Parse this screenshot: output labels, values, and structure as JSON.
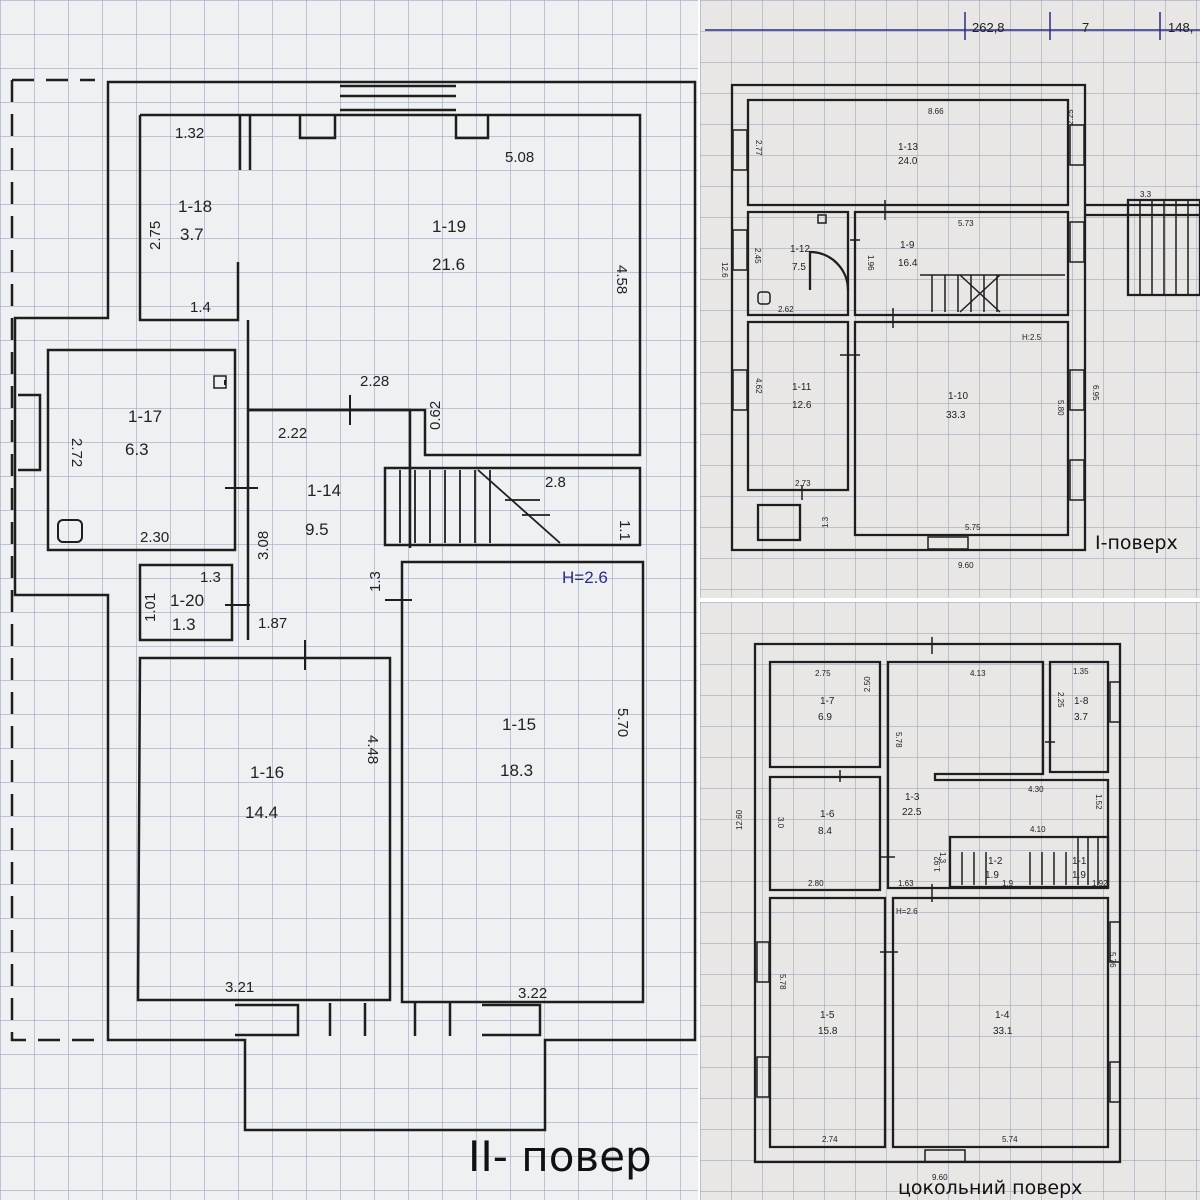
{
  "plans": {
    "second": {
      "caption": "II- повер",
      "height_label": "H=2.6",
      "rooms": [
        {
          "id": "1-18",
          "area": "3.7"
        },
        {
          "id": "1-19",
          "area": "21.6"
        },
        {
          "id": "1-17",
          "area": "6.3"
        },
        {
          "id": "1-14",
          "area": "9.5"
        },
        {
          "id": "1-20",
          "area": "1.3"
        },
        {
          "id": "1-16",
          "area": "14.4"
        },
        {
          "id": "1-15",
          "area": "18.3"
        }
      ],
      "dims": [
        "1.32",
        "2.75",
        "1.4",
        "5.08",
        "4.58",
        "2.72",
        "2.30",
        "2.28",
        "2.22",
        "0.62",
        "3.08",
        "2.8",
        "1.1",
        "1.3",
        "1.01",
        "1.87",
        "1.3",
        "4.48",
        "5.70",
        "3.21",
        "3.22"
      ]
    },
    "first": {
      "caption": "I-поверх",
      "header_values": [
        "262,8",
        "7",
        "148,"
      ],
      "height_label": "H:2.5",
      "rooms": [
        {
          "id": "1-13",
          "area": "24.0"
        },
        {
          "id": "1-12",
          "area": "7.5"
        },
        {
          "id": "1-9",
          "area": "16.4"
        },
        {
          "id": "1-11",
          "area": "12.6"
        },
        {
          "id": "1-10",
          "area": "33.3"
        }
      ],
      "dims": [
        "8.66",
        "2.77",
        "2.25",
        "5.73",
        "2.45",
        "1.96",
        "2.62",
        "12.6",
        "4.62",
        "2.73",
        "1.3",
        "5.80",
        "6.95",
        "5.75",
        "9.60",
        "3.3"
      ]
    },
    "basement": {
      "caption": "цокольний поверх",
      "height_label": "H=2.6",
      "rooms": [
        {
          "id": "1-7",
          "area": "6.9"
        },
        {
          "id": "1-8",
          "area": "3.7"
        },
        {
          "id": "1-6",
          "area": "8.4"
        },
        {
          "id": "1-3",
          "area": "22.5"
        },
        {
          "id": "1-2",
          "area": "1.9"
        },
        {
          "id": "1-1",
          "area": "1.9"
        },
        {
          "id": "1-5",
          "area": "15.8"
        },
        {
          "id": "1-4",
          "area": "33.1"
        }
      ],
      "dims": [
        "2.75",
        "4.13",
        "1.35",
        "2.50",
        "2.25",
        "5.78",
        "4.30",
        "1.52",
        "4.10",
        "3.0",
        "12.60",
        "2.80",
        "1.63",
        "1.3",
        "1.92",
        "1.9",
        "1.92",
        "5.78",
        "5.76",
        "2.74",
        "5.74",
        "9.60"
      ]
    }
  },
  "colors": {
    "ink": "#1e1e1e",
    "blue_ink": "#2b2b8a",
    "paper": "#eef0f1"
  }
}
